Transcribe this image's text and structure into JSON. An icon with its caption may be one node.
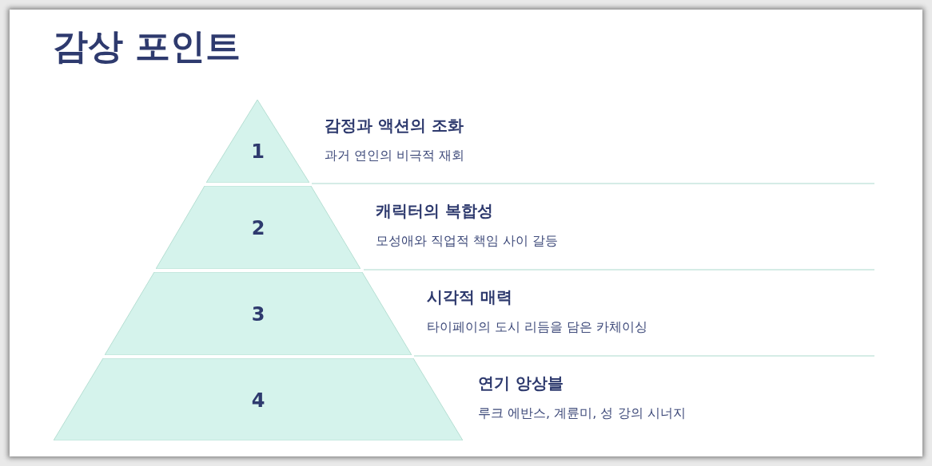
{
  "diagram": {
    "title": "감상 포인트",
    "nodes": [
      {
        "text": [
          "1"
        ],
        "beside": [
          "감정과 액션의 조화",
          "과거 연인의 비극적 재회"
        ]
      },
      {
        "text": [
          "2"
        ],
        "beside": [
          "캐릭터의 복합성",
          "모성애와 직업적 책임 사이 갈등"
        ]
      },
      {
        "text": [
          "3"
        ],
        "beside": [
          "시각적 매력",
          "타이페이의 도시 리듬을 담은 카체이싱"
        ]
      },
      {
        "text": [
          "4"
        ],
        "beside": [
          "연기 앙상블",
          "루크 에반스, 계륜미, 성 강의 시너지"
        ]
      }
    ]
  }
}
